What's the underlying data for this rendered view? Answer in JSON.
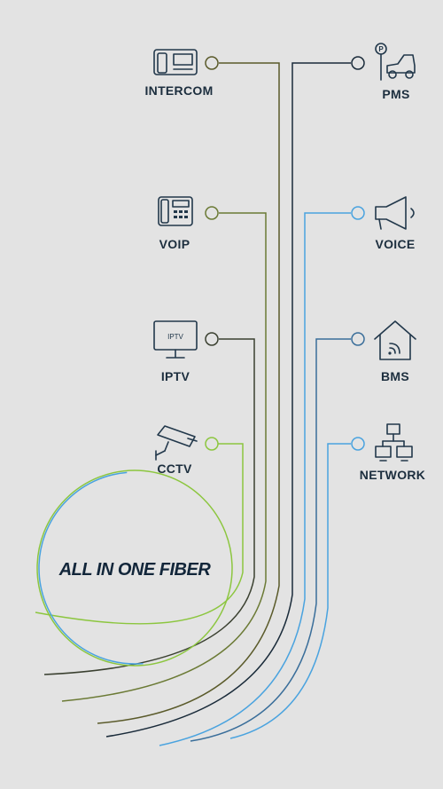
{
  "title": "ALL IN ONE FIBER",
  "services_left": [
    {
      "label": "INTERCOM",
      "icon": "intercom-phone-icon",
      "color": "#5a5a2a"
    },
    {
      "label": "VOIP",
      "icon": "voip-phone-icon",
      "color": "#6b7a35"
    },
    {
      "label": "IPTV",
      "icon": "tv-monitor-icon",
      "icon_text": "IPTV",
      "color": "#3a4030"
    },
    {
      "label": "CCTV",
      "icon": "security-camera-icon",
      "color": "#8cc63f"
    }
  ],
  "services_right": [
    {
      "label": "PMS",
      "icon": "parking-car-icon",
      "color": "#1a2b3a"
    },
    {
      "label": "VOICE",
      "icon": "megaphone-icon",
      "color": "#4aa3df"
    },
    {
      "label": "BMS",
      "icon": "smart-home-icon",
      "color": "#3a6e9a"
    },
    {
      "label": "NETWORK",
      "icon": "network-computers-icon",
      "color": "#4aa3df"
    }
  ],
  "colors": {
    "background": "#e3e3e3",
    "text": "#1c2e3e",
    "circle_green": "#8cc63f",
    "circle_blue": "#4aa3df"
  }
}
